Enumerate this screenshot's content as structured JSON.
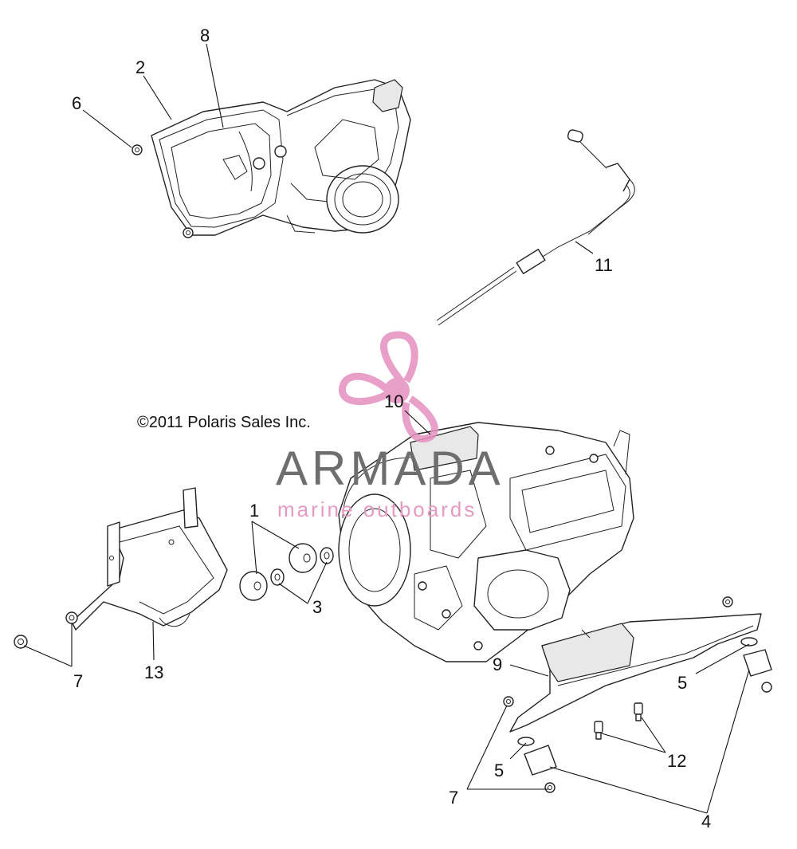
{
  "copyright": "©2011 Polaris Sales Inc.",
  "watermark": {
    "title": "ARMADA",
    "subtitle": "marine outboards",
    "color": "#e58fbf"
  },
  "callouts": {
    "c1": "1",
    "c2": "2",
    "c3": "3",
    "c4": "4",
    "c5a": "5",
    "c5b": "5",
    "c6": "6",
    "c7a": "7",
    "c7b": "7",
    "c8": "8",
    "c9": "9",
    "c10": "10",
    "c11": "11",
    "c12": "12",
    "c13": "13"
  }
}
